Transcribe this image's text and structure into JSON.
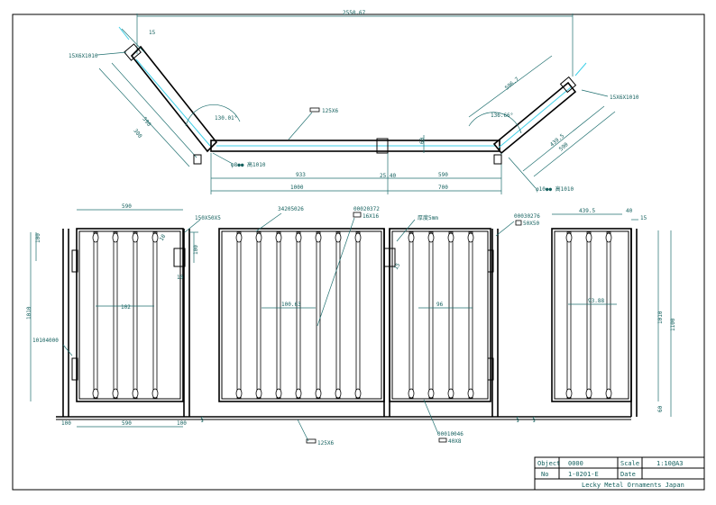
{
  "plan": {
    "overall": "2550.67",
    "left_post_tag": "15X6X1010",
    "right_post_tag": "15X6X1010",
    "left_angle": "130.01°",
    "right_angle": "136.66°",
    "rail_tag": "125X6",
    "left_pivot": "φ8●● 高1010",
    "right_pivot": "φ10●● 高1010",
    "dim_933": "933",
    "dim_1000": "1000",
    "dim_590": "590",
    "dim_700": "700",
    "dim_left_a": "300",
    "dim_left_b": "590",
    "dim_right_a": "596.7",
    "dim_right_b": "439.5",
    "dim_right_c": "590",
    "dim_small": "15",
    "dim_mid_a": "60",
    "dim_mid_b": "25.40"
  },
  "elevation": {
    "p1_width": "590",
    "p1_hinge_tag": "150X50X5",
    "p1_h100": "100",
    "p1_w10": "10",
    "p1_ext": "10",
    "p1_gap": "100",
    "p1_pitch": "102",
    "p1_height": "1010",
    "p1_hinge_note": "10104000",
    "p1_bottom": "590",
    "p1_left_small": "100",
    "p1_right_small": "100",
    "p2_post_tag": "34205026",
    "p2_pitch": "100.63",
    "p2_bar_tag": "00020372",
    "p2_bar_size": "16X16",
    "p3_note": "厚度5mm",
    "p3_ext": "15",
    "p3_pitch": "96",
    "p3_tag": "00030276",
    "p3_size": "50X50",
    "p4_width": "439.5",
    "p4_post": "40",
    "p4_side": "15",
    "p4_pitch": "93.88",
    "p4_height": "1010",
    "p4_height2": "1100",
    "p4_foot": "60",
    "rail_tag": "125X6",
    "bottom_tag": "00010046",
    "bottom_size": "40X8"
  },
  "titleblock": {
    "object_label": "Object",
    "object_value": "0000",
    "scale_label": "Scale",
    "scale_value": "1:10@A3",
    "no_label": "No",
    "no_value": "1-0201-E",
    "date_label": "Date",
    "date_value": "",
    "company": "Lecky Metal Ornaments Japan"
  },
  "colors": {
    "dimension": "#14605e",
    "highlight": "#3fd0e8",
    "line": "#000000"
  }
}
